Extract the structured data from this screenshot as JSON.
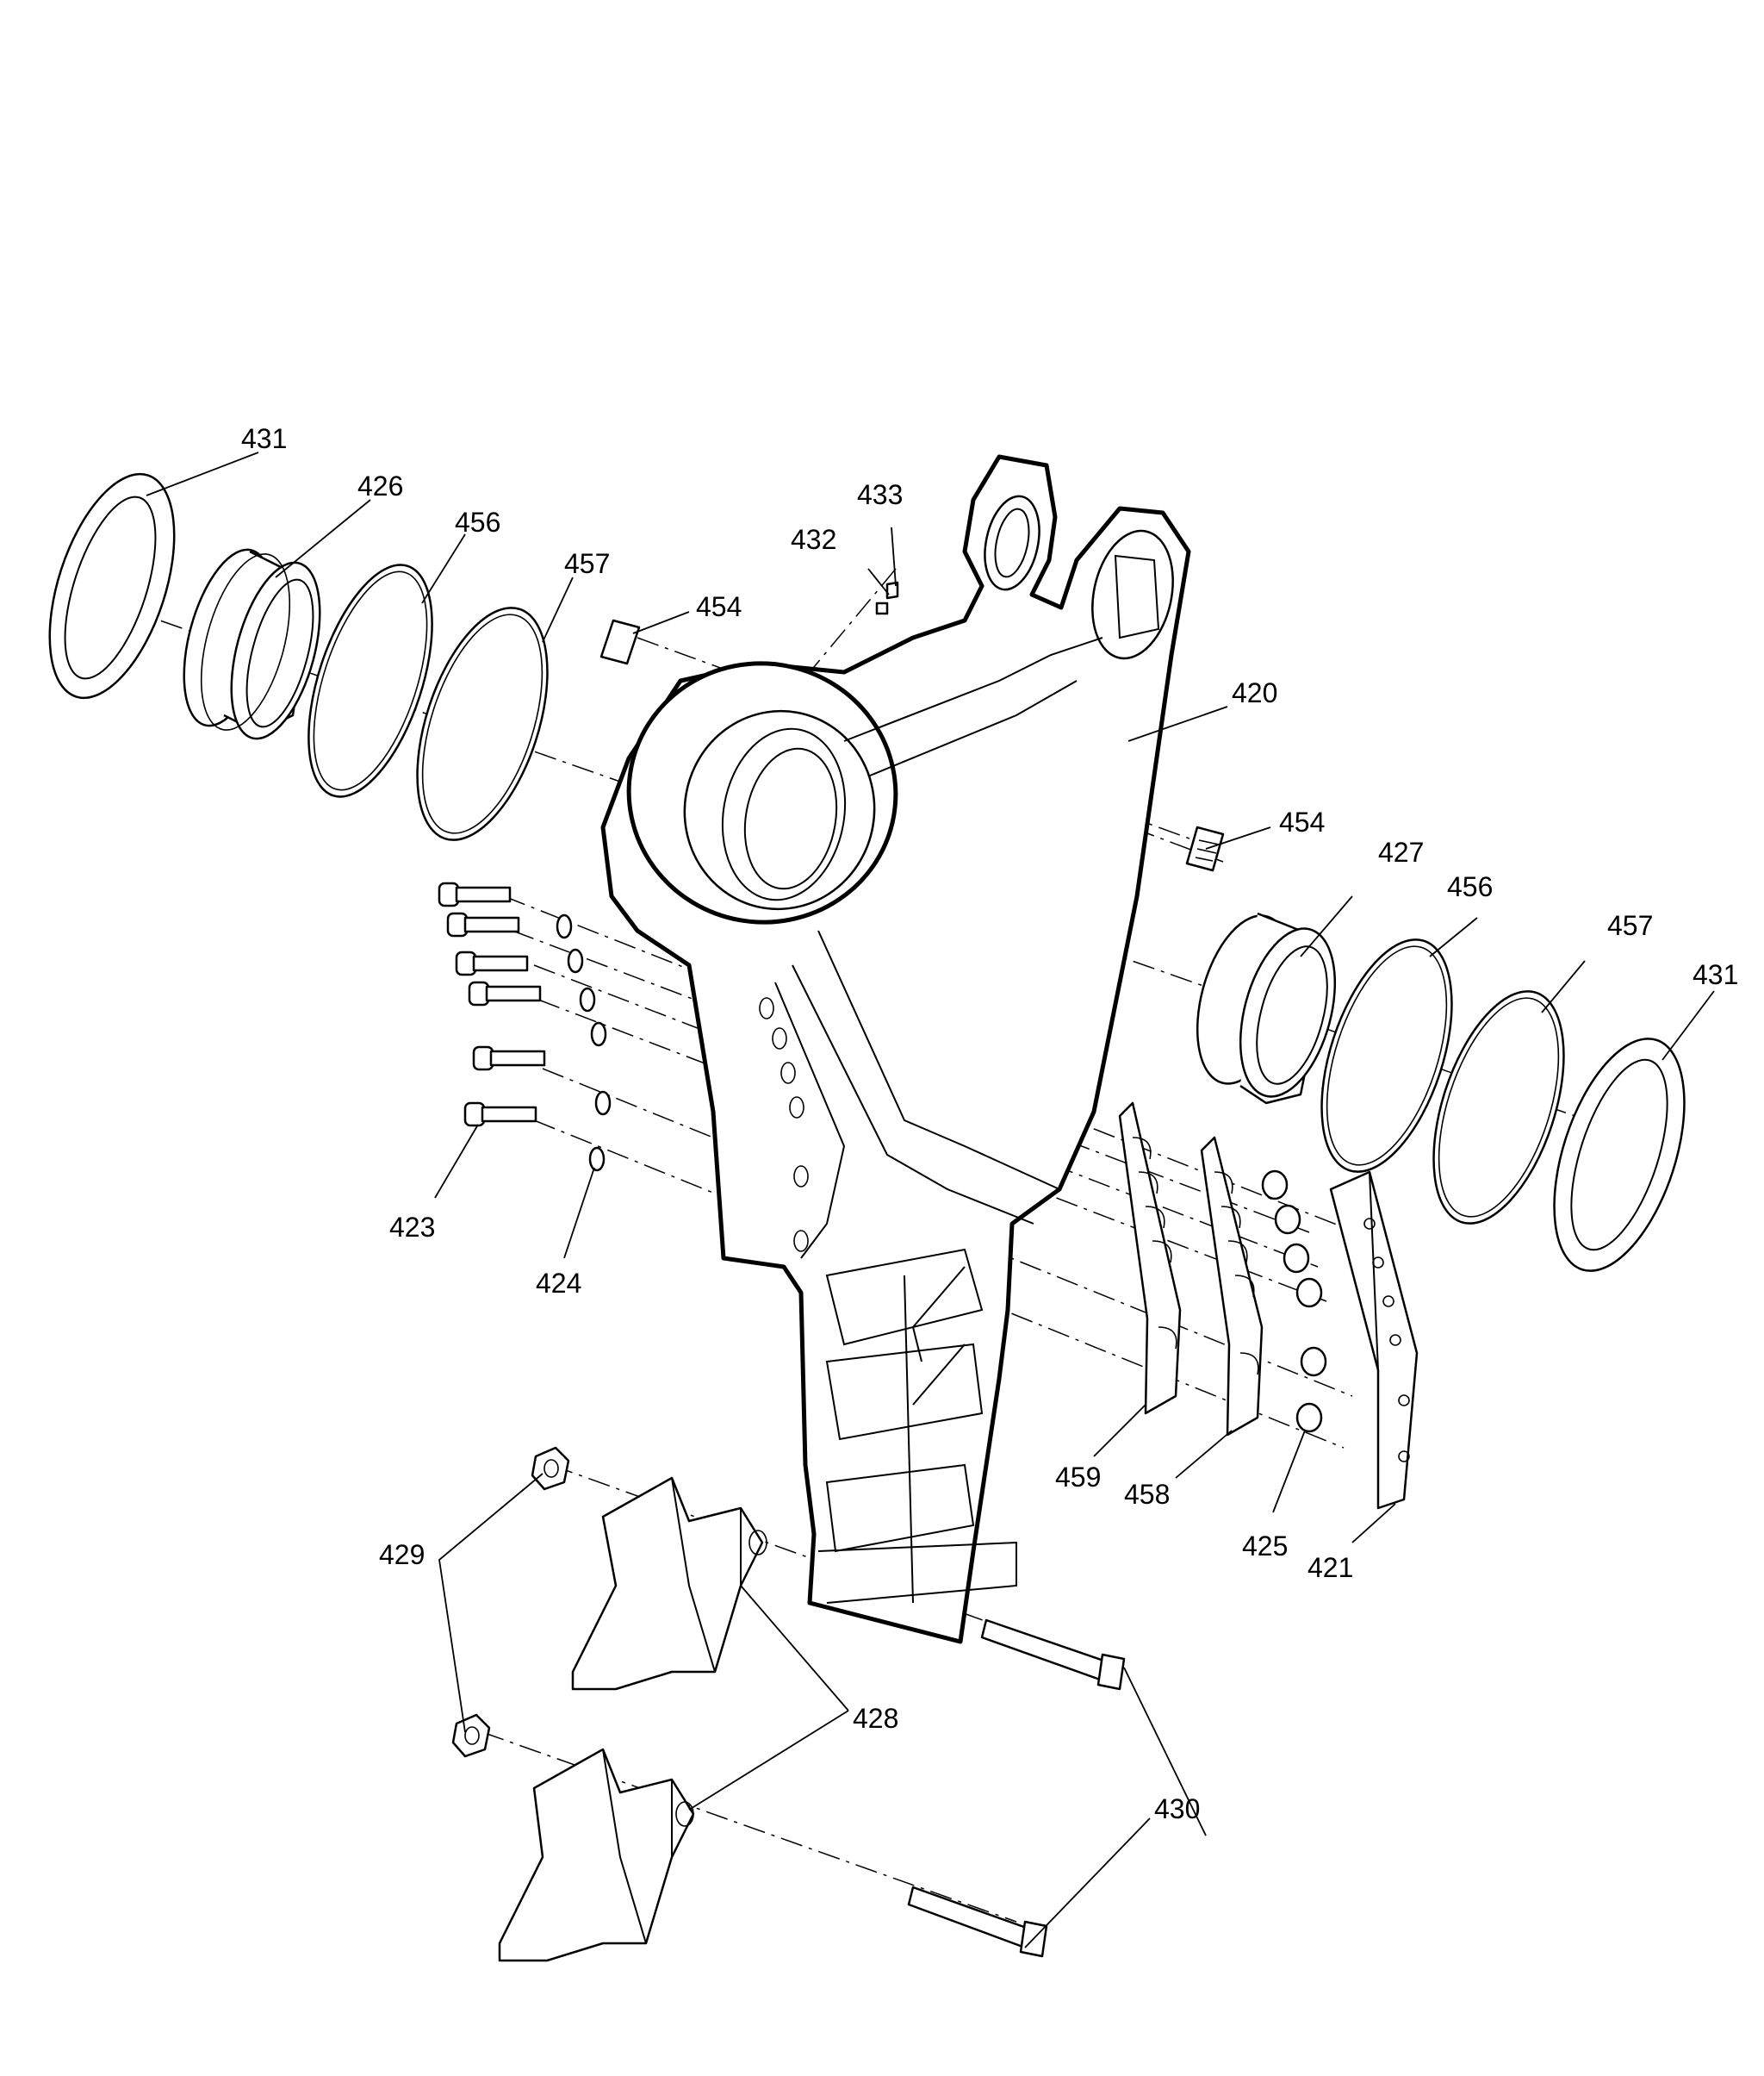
{
  "callouts": {
    "c420": "420",
    "c421": "421",
    "c423": "423",
    "c424": "424",
    "c425": "425",
    "c426": "426",
    "c427": "427",
    "c428": "428",
    "c429": "429",
    "c430": "430",
    "c431_left": "431",
    "c431_right": "431",
    "c432": "432",
    "c433": "433",
    "c454_top": "454",
    "c454_right": "454",
    "c456_left": "456",
    "c456_right": "456",
    "c457_left": "457",
    "c457_right": "457",
    "c458": "458",
    "c459": "459"
  }
}
